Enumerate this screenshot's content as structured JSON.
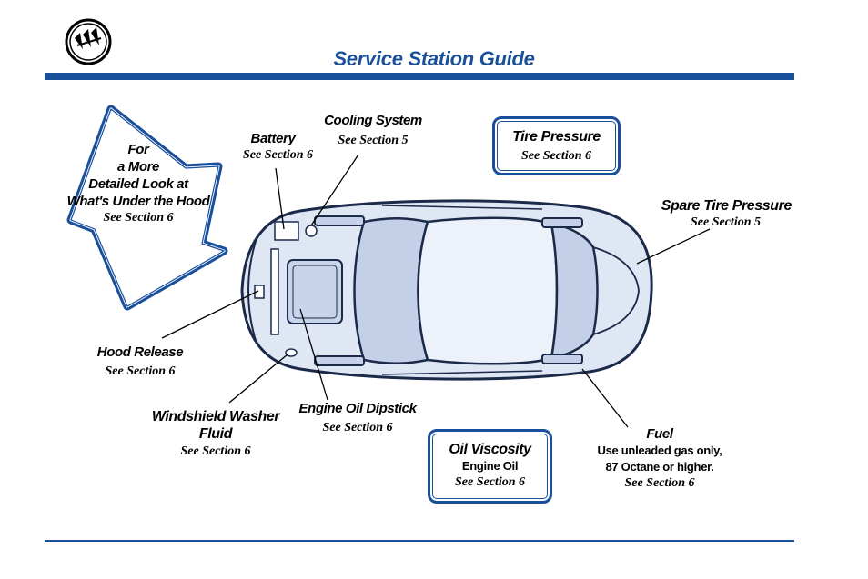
{
  "page": {
    "title": "Service Station Guide",
    "logo_icon": "tri-shield-logo-icon"
  },
  "callouts": {
    "arrow_box": {
      "lines": [
        "For",
        "a More",
        "Detailed Look at",
        "What's Under the Hood"
      ],
      "ref": "See Section 6"
    },
    "battery": {
      "label": "Battery",
      "ref": "See Section 6"
    },
    "cooling_system": {
      "label": "Cooling System",
      "ref": "See Section 5"
    },
    "tire_pressure": {
      "label": "Tire Pressure",
      "ref": "See Section 6"
    },
    "spare_tire_pressure": {
      "label": "Spare Tire Pressure",
      "ref": "See Section 5"
    },
    "hood_release": {
      "label": "Hood Release",
      "ref": "See Section 6"
    },
    "washer_fluid": {
      "lines": [
        "Windshield Washer",
        "Fluid"
      ],
      "ref": "See Section 6"
    },
    "engine_oil_dipstick": {
      "label": "Engine Oil Dipstick",
      "ref": "See Section 6"
    },
    "oil_viscosity": {
      "label": "Oil Viscosity",
      "sub": "Engine Oil",
      "ref": "See Section 6"
    },
    "fuel": {
      "label": "Fuel",
      "lines": [
        "Use unleaded gas only,",
        "87 Octane or higher."
      ],
      "ref": "See Section 6"
    }
  },
  "colors": {
    "brand_blue": "#1a4f9c",
    "car_fill": "#dfe7f4",
    "car_stroke": "#1c2a4a"
  }
}
